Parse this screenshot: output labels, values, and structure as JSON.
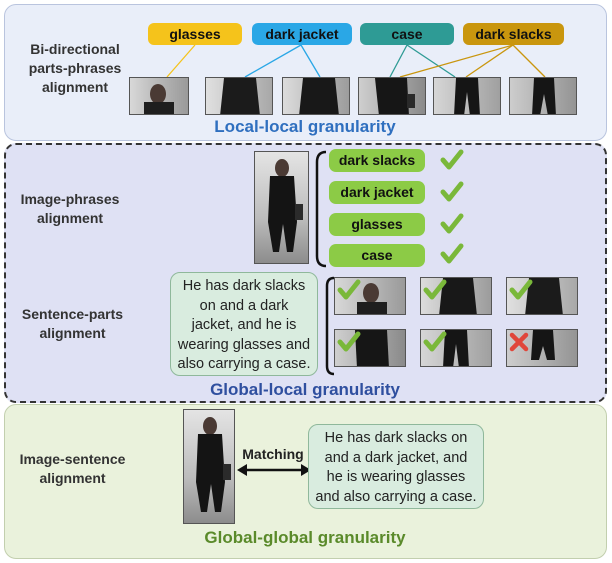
{
  "local_panel": {
    "label": [
      "Bi-directional",
      "parts-phrases",
      "alignment"
    ],
    "title": "Local-local granularity",
    "title_color": "#2f6fbf",
    "phrases": [
      {
        "text": "glasses",
        "color": "#f5c31b"
      },
      {
        "text": "dark jacket",
        "color": "#2aa7e6"
      },
      {
        "text": "case",
        "color": "#2e9b95"
      },
      {
        "text": "dark slacks",
        "color": "#c9960e"
      }
    ]
  },
  "global_local_panel": {
    "label1": [
      "Image-phrases",
      "alignment"
    ],
    "label2": [
      "Sentence-parts",
      "alignment"
    ],
    "title": "Global-local granularity",
    "title_color": "#2f4f9f",
    "phrase_checks": [
      {
        "text": "dark slacks",
        "mark": "check"
      },
      {
        "text": "dark jacket",
        "mark": "check"
      },
      {
        "text": "glasses",
        "mark": "check"
      },
      {
        "text": "case",
        "mark": "check"
      }
    ],
    "sentence": [
      "He has dark slacks",
      "on and a dark",
      "jacket, and he is",
      "wearing glasses and",
      "also carrying a case."
    ],
    "part_marks": [
      "check",
      "check",
      "check",
      "check",
      "check",
      "cross"
    ]
  },
  "global_panel": {
    "label": [
      "Image-sentence",
      "alignment"
    ],
    "arrow_label": "Matching",
    "sentence": [
      "He has dark slacks on",
      "and a dark jacket, and",
      "he is wearing glasses",
      "and also carrying a case."
    ],
    "title": "Global-global granularity",
    "title_color": "#5a8a2a"
  },
  "colors": {
    "check": "#7ab83a",
    "cross": "#e0463a"
  }
}
